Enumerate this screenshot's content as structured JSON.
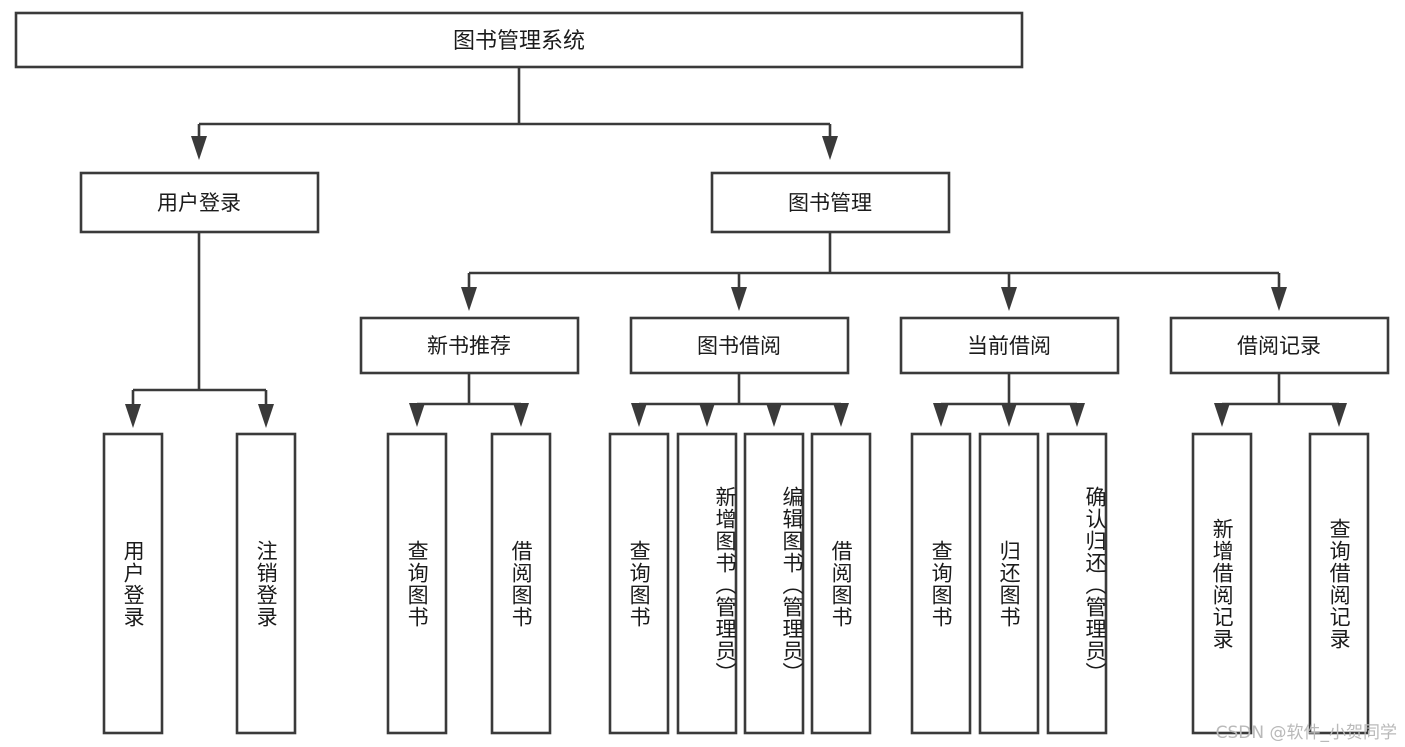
{
  "diagram": {
    "type": "tree-hierarchy",
    "title": "图书管理系统",
    "orientation": "top-down",
    "stroke_color": "#3a3a3a",
    "fill_color": "#ffffff",
    "text_color": "#1b1b1b",
    "levels": 4
  },
  "root": {
    "label": "图书管理系统"
  },
  "level2": [
    {
      "label": "用户登录"
    },
    {
      "label": "图书管理"
    }
  ],
  "level3": [
    {
      "label": "新书推荐"
    },
    {
      "label": "图书借阅"
    },
    {
      "label": "当前借阅"
    },
    {
      "label": "借阅记录"
    }
  ],
  "leaves": {
    "user_login": [
      {
        "label": "用户登录"
      },
      {
        "label": "注销登录"
      }
    ],
    "new_book_recommend": [
      {
        "label": "查询图书"
      },
      {
        "label": "借阅图书"
      }
    ],
    "book_borrow": [
      {
        "label": "查询图书"
      },
      {
        "label": "新增图书（管理员）"
      },
      {
        "label": "编辑图书（管理员）"
      },
      {
        "label": "借阅图书"
      }
    ],
    "current_borrow": [
      {
        "label": "查询图书"
      },
      {
        "label": "归还图书"
      },
      {
        "label": "确认归还（管理员）"
      }
    ],
    "borrow_record": [
      {
        "label": "新增借阅记录"
      },
      {
        "label": "查询借阅记录"
      }
    ]
  },
  "watermark": {
    "text": "CSDN @软件_小贺同学"
  }
}
